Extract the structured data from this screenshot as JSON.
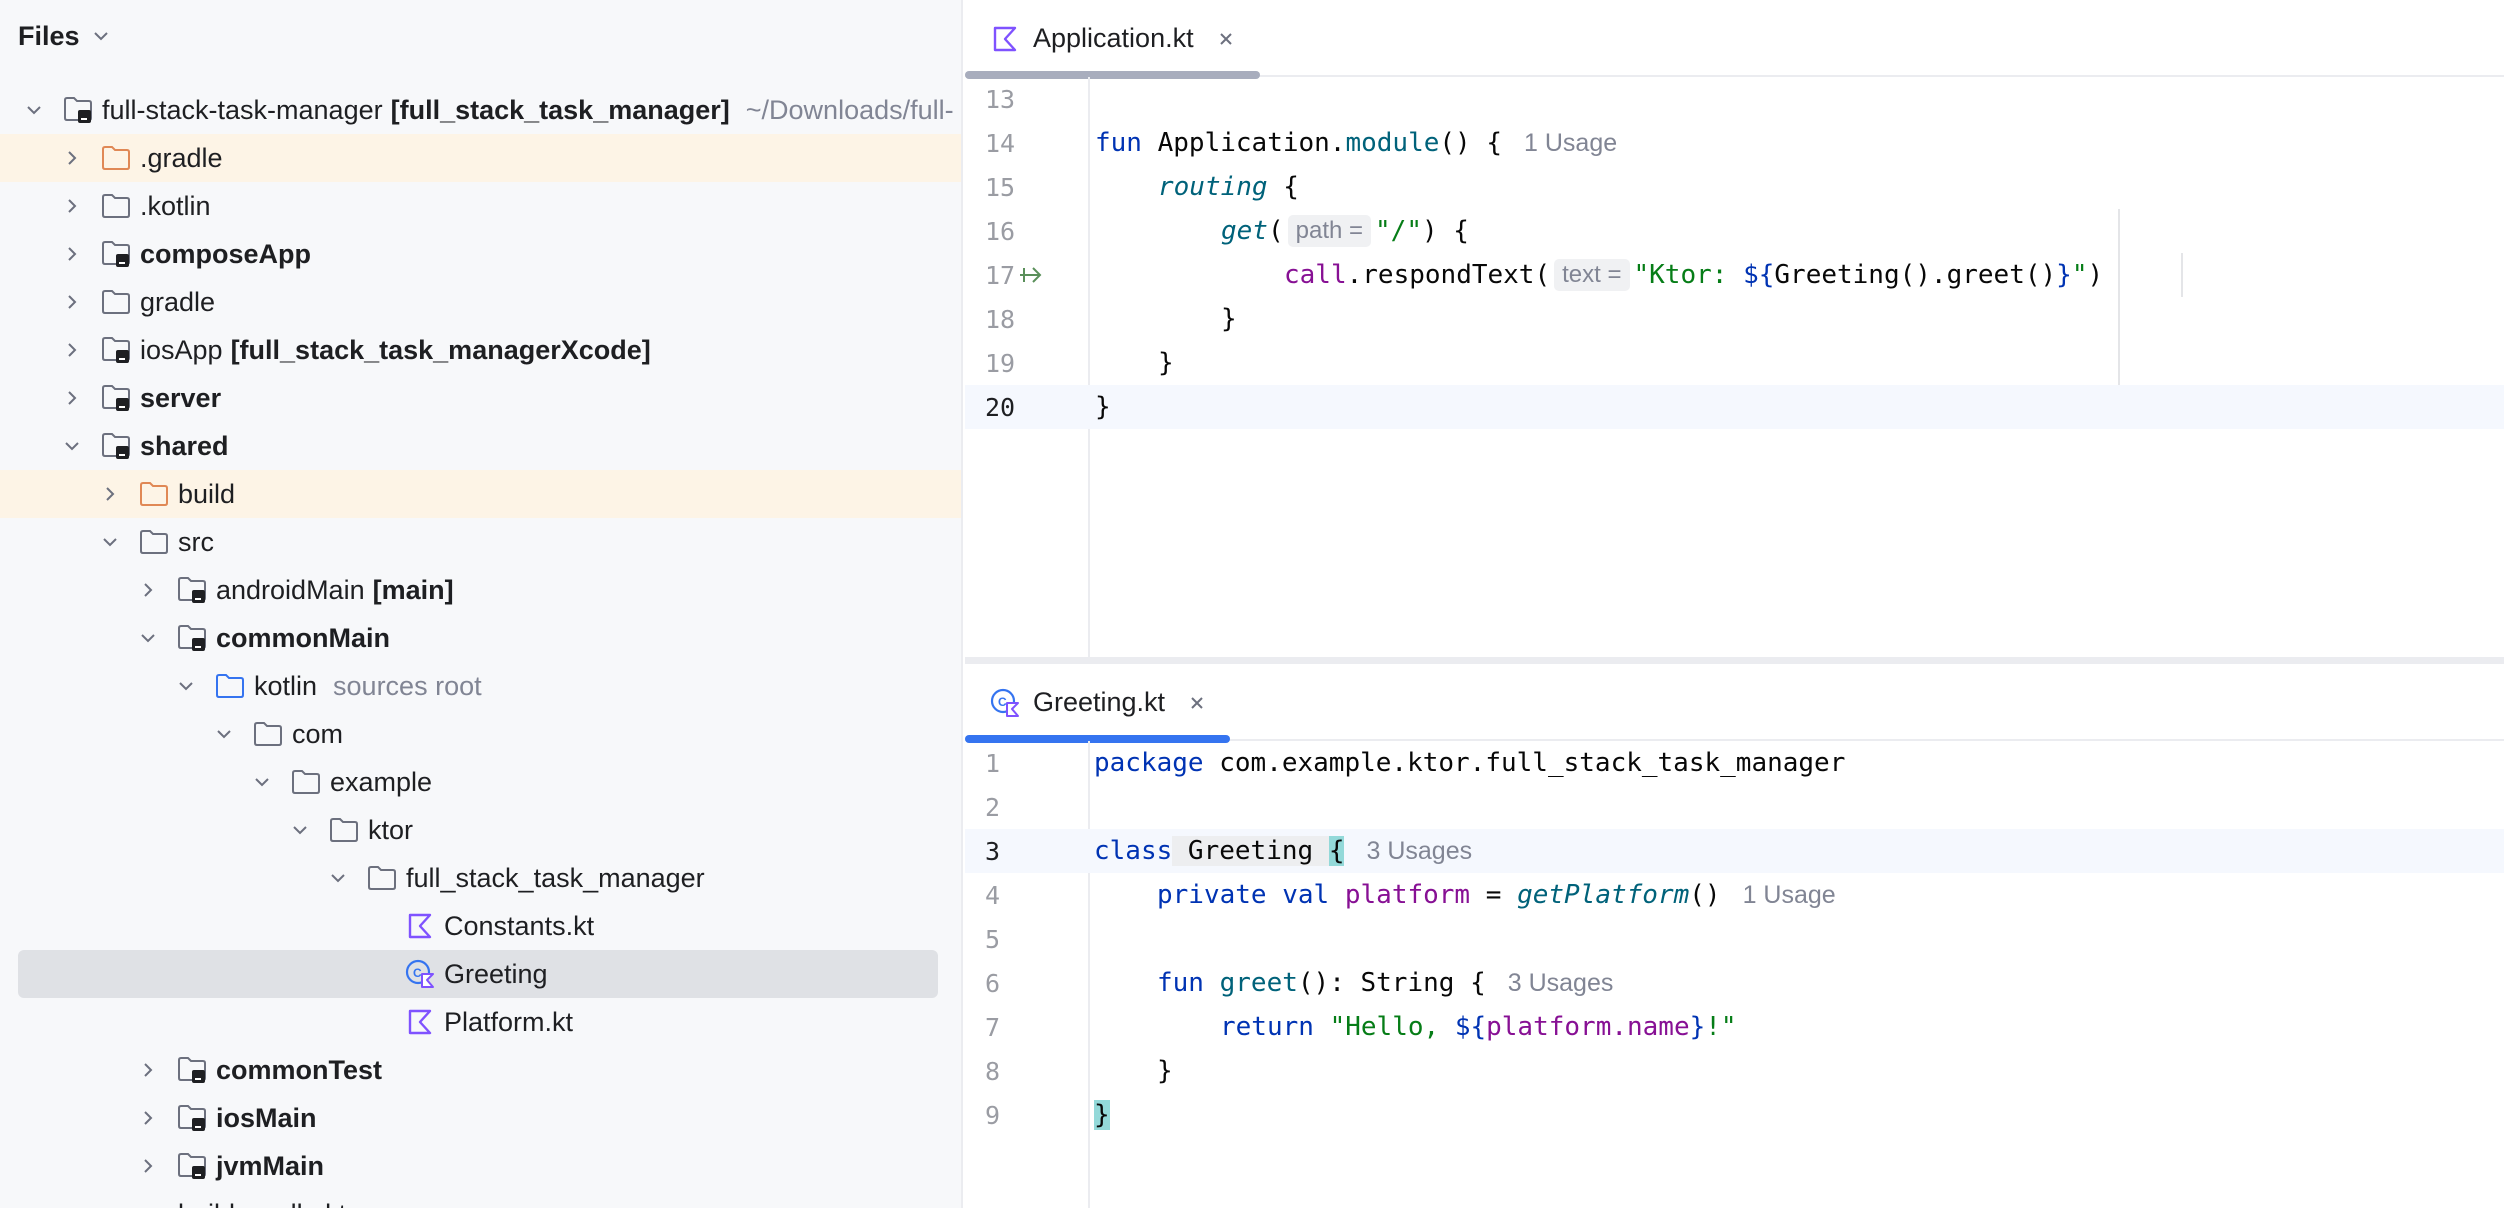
{
  "files_panel": {
    "title": "Files",
    "tree": [
      {
        "label": "full-stack-task-manager",
        "ext": "[full_stack_task_manager]",
        "hint": "~/Downloads/full-",
        "depth": 0,
        "expanded": true,
        "icon": "module-folder-icon",
        "bold": false
      },
      {
        "label": ".gradle",
        "depth": 1,
        "expanded": false,
        "icon": "folder-orange-icon",
        "highlight": true
      },
      {
        "label": ".kotlin",
        "depth": 1,
        "expanded": false,
        "icon": "folder-icon"
      },
      {
        "label": "composeApp",
        "depth": 1,
        "expanded": false,
        "icon": "module-folder-icon",
        "bold": true
      },
      {
        "label": "gradle",
        "depth": 1,
        "expanded": false,
        "icon": "folder-icon"
      },
      {
        "label": "iosApp",
        "ext": "[full_stack_task_managerXcode]",
        "depth": 1,
        "expanded": false,
        "icon": "module-folder-icon"
      },
      {
        "label": "server",
        "depth": 1,
        "expanded": false,
        "icon": "module-folder-icon",
        "bold": true
      },
      {
        "label": "shared",
        "depth": 1,
        "expanded": true,
        "icon": "module-folder-icon",
        "bold": true
      },
      {
        "label": "build",
        "depth": 2,
        "expanded": false,
        "icon": "folder-orange-icon",
        "highlight": true
      },
      {
        "label": "src",
        "depth": 2,
        "expanded": true,
        "icon": "folder-icon"
      },
      {
        "label": "androidMain",
        "ext": "[main]",
        "depth": 3,
        "expanded": false,
        "icon": "module-folder-icon"
      },
      {
        "label": "commonMain",
        "depth": 3,
        "expanded": true,
        "icon": "module-folder-icon",
        "bold": true
      },
      {
        "label": "kotlin",
        "hint": "sources root",
        "depth": 4,
        "expanded": true,
        "icon": "folder-blue-icon"
      },
      {
        "label": "com",
        "depth": 5,
        "expanded": true,
        "icon": "folder-icon"
      },
      {
        "label": "example",
        "depth": 6,
        "expanded": true,
        "icon": "folder-icon"
      },
      {
        "label": "ktor",
        "depth": 7,
        "expanded": true,
        "icon": "folder-icon"
      },
      {
        "label": "full_stack_task_manager",
        "depth": 8,
        "expanded": true,
        "icon": "folder-icon"
      },
      {
        "label": "Constants.kt",
        "depth": 9,
        "leaf": true,
        "icon": "kotlin-file-icon"
      },
      {
        "label": "Greeting",
        "depth": 9,
        "leaf": true,
        "icon": "kotlin-class-icon",
        "selected": true
      },
      {
        "label": "Platform.kt",
        "depth": 9,
        "leaf": true,
        "icon": "kotlin-file-icon"
      },
      {
        "label": "commonTest",
        "depth": 3,
        "expanded": false,
        "icon": "module-folder-icon",
        "bold": true
      },
      {
        "label": "iosMain",
        "depth": 3,
        "expanded": false,
        "icon": "module-folder-icon",
        "bold": true
      },
      {
        "label": "jvmMain",
        "depth": 3,
        "expanded": false,
        "icon": "module-folder-icon",
        "bold": true
      },
      {
        "label": "build.gradle.kts",
        "depth": 2,
        "leaf": true,
        "icon": "gradle-file-icon"
      }
    ]
  },
  "editor_top": {
    "tab_label": "Application.kt",
    "line_numbers": [
      "13",
      "14",
      "15",
      "16",
      "17",
      "18",
      "19",
      "20"
    ],
    "current_line": "20",
    "usages": {
      "module": "1 Usage"
    },
    "inlays": {
      "path": "path =",
      "text": "text ="
    },
    "tokens": {
      "fun": "fun",
      "receiver": "Application.",
      "module": "module",
      "parens_brace": "() {",
      "routing": "routing",
      "brace_open": " {",
      "get": "get",
      "paren_open": "(",
      "slash_str": "\"/\"",
      "paren_close_brace": ") {",
      "call": "call",
      "respond": ".respondText(",
      "str_start": "\"Ktor: ",
      "tmpl_open": "${",
      "greeting_call": "Greeting().greet()",
      "tmpl_close": "}",
      "str_end": "\"",
      "paren_close": ")",
      "brace_close": "}"
    }
  },
  "editor_bottom": {
    "tab_label": "Greeting.kt",
    "line_numbers": [
      "1",
      "2",
      "3",
      "4",
      "5",
      "6",
      "7",
      "8",
      "9"
    ],
    "current_line": "3",
    "usages": {
      "class": "3 Usages",
      "platform": "1 Usage",
      "greet": "3 Usages"
    },
    "tokens": {
      "package_kw": "package",
      "package_name": " com.example.ktor.full_stack_task_manager",
      "class_kw": "class",
      "class_name": " Greeting ",
      "brace_open": "{",
      "private_kw": "private",
      "val_kw": " val ",
      "platform": "platform",
      "eq": " = ",
      "getPlatform": "getPlatform",
      "parens": "()",
      "fun_kw": "fun",
      "greet": " greet",
      "sig": "(): String {",
      "return_kw": "return",
      "hello_start": " \"Hello, ",
      "tmpl_open": "${",
      "platform_name": "platform.name",
      "tmpl_close": "}",
      "hello_end": "!\"",
      "brace_close": "}"
    }
  },
  "colors": {
    "keyword": "#0033b3",
    "function": "#00627a",
    "property": "#871094",
    "string": "#067d17",
    "tab_underline": "#3574f0",
    "selection": "#dfe1e5",
    "folder_orange_highlight": "#fdf4e6"
  }
}
